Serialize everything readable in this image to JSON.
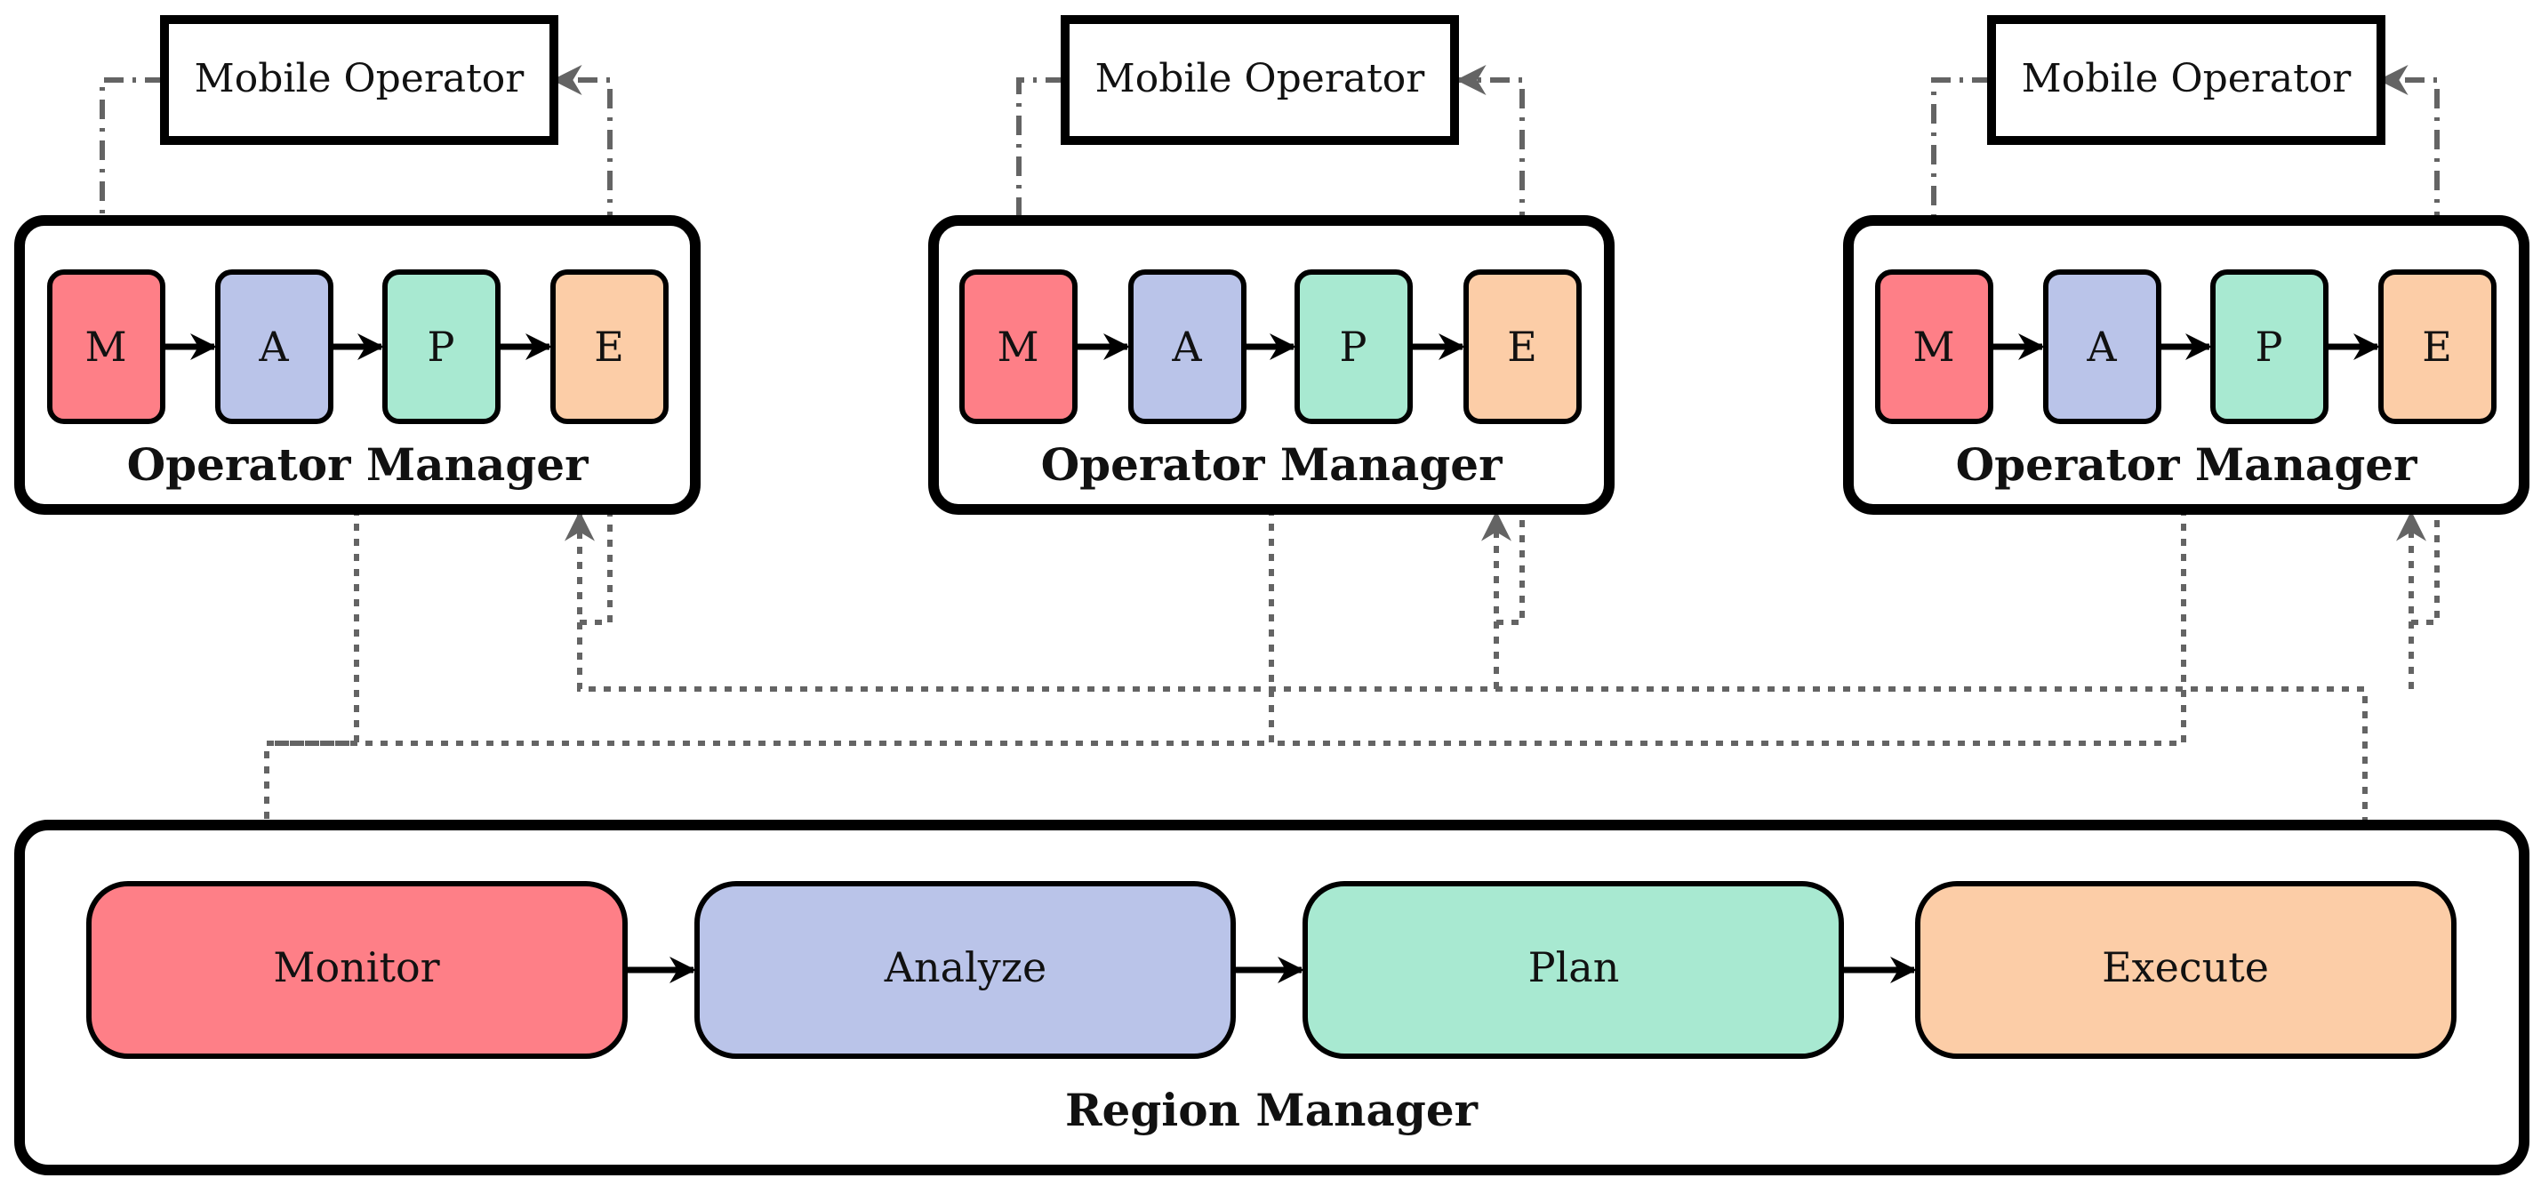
{
  "colors": {
    "monitor": "#fe7f87",
    "analyze": "#bac4e9",
    "plan": "#a8e9d1",
    "execute": "#fccda7",
    "stroke": "#000000",
    "connector": "#646464"
  },
  "operator_groups": [
    {
      "mobile_operator": "Mobile Operator",
      "title": "Operator Manager",
      "stages": [
        "M",
        "A",
        "P",
        "E"
      ]
    },
    {
      "mobile_operator": "Mobile Operator",
      "title": "Operator Manager",
      "stages": [
        "M",
        "A",
        "P",
        "E"
      ]
    },
    {
      "mobile_operator": "Mobile Operator",
      "title": "Operator Manager",
      "stages": [
        "M",
        "A",
        "P",
        "E"
      ]
    }
  ],
  "region_manager": {
    "title": "Region Manager",
    "stages": [
      "Monitor",
      "Analyze",
      "Plan",
      "Execute"
    ]
  }
}
